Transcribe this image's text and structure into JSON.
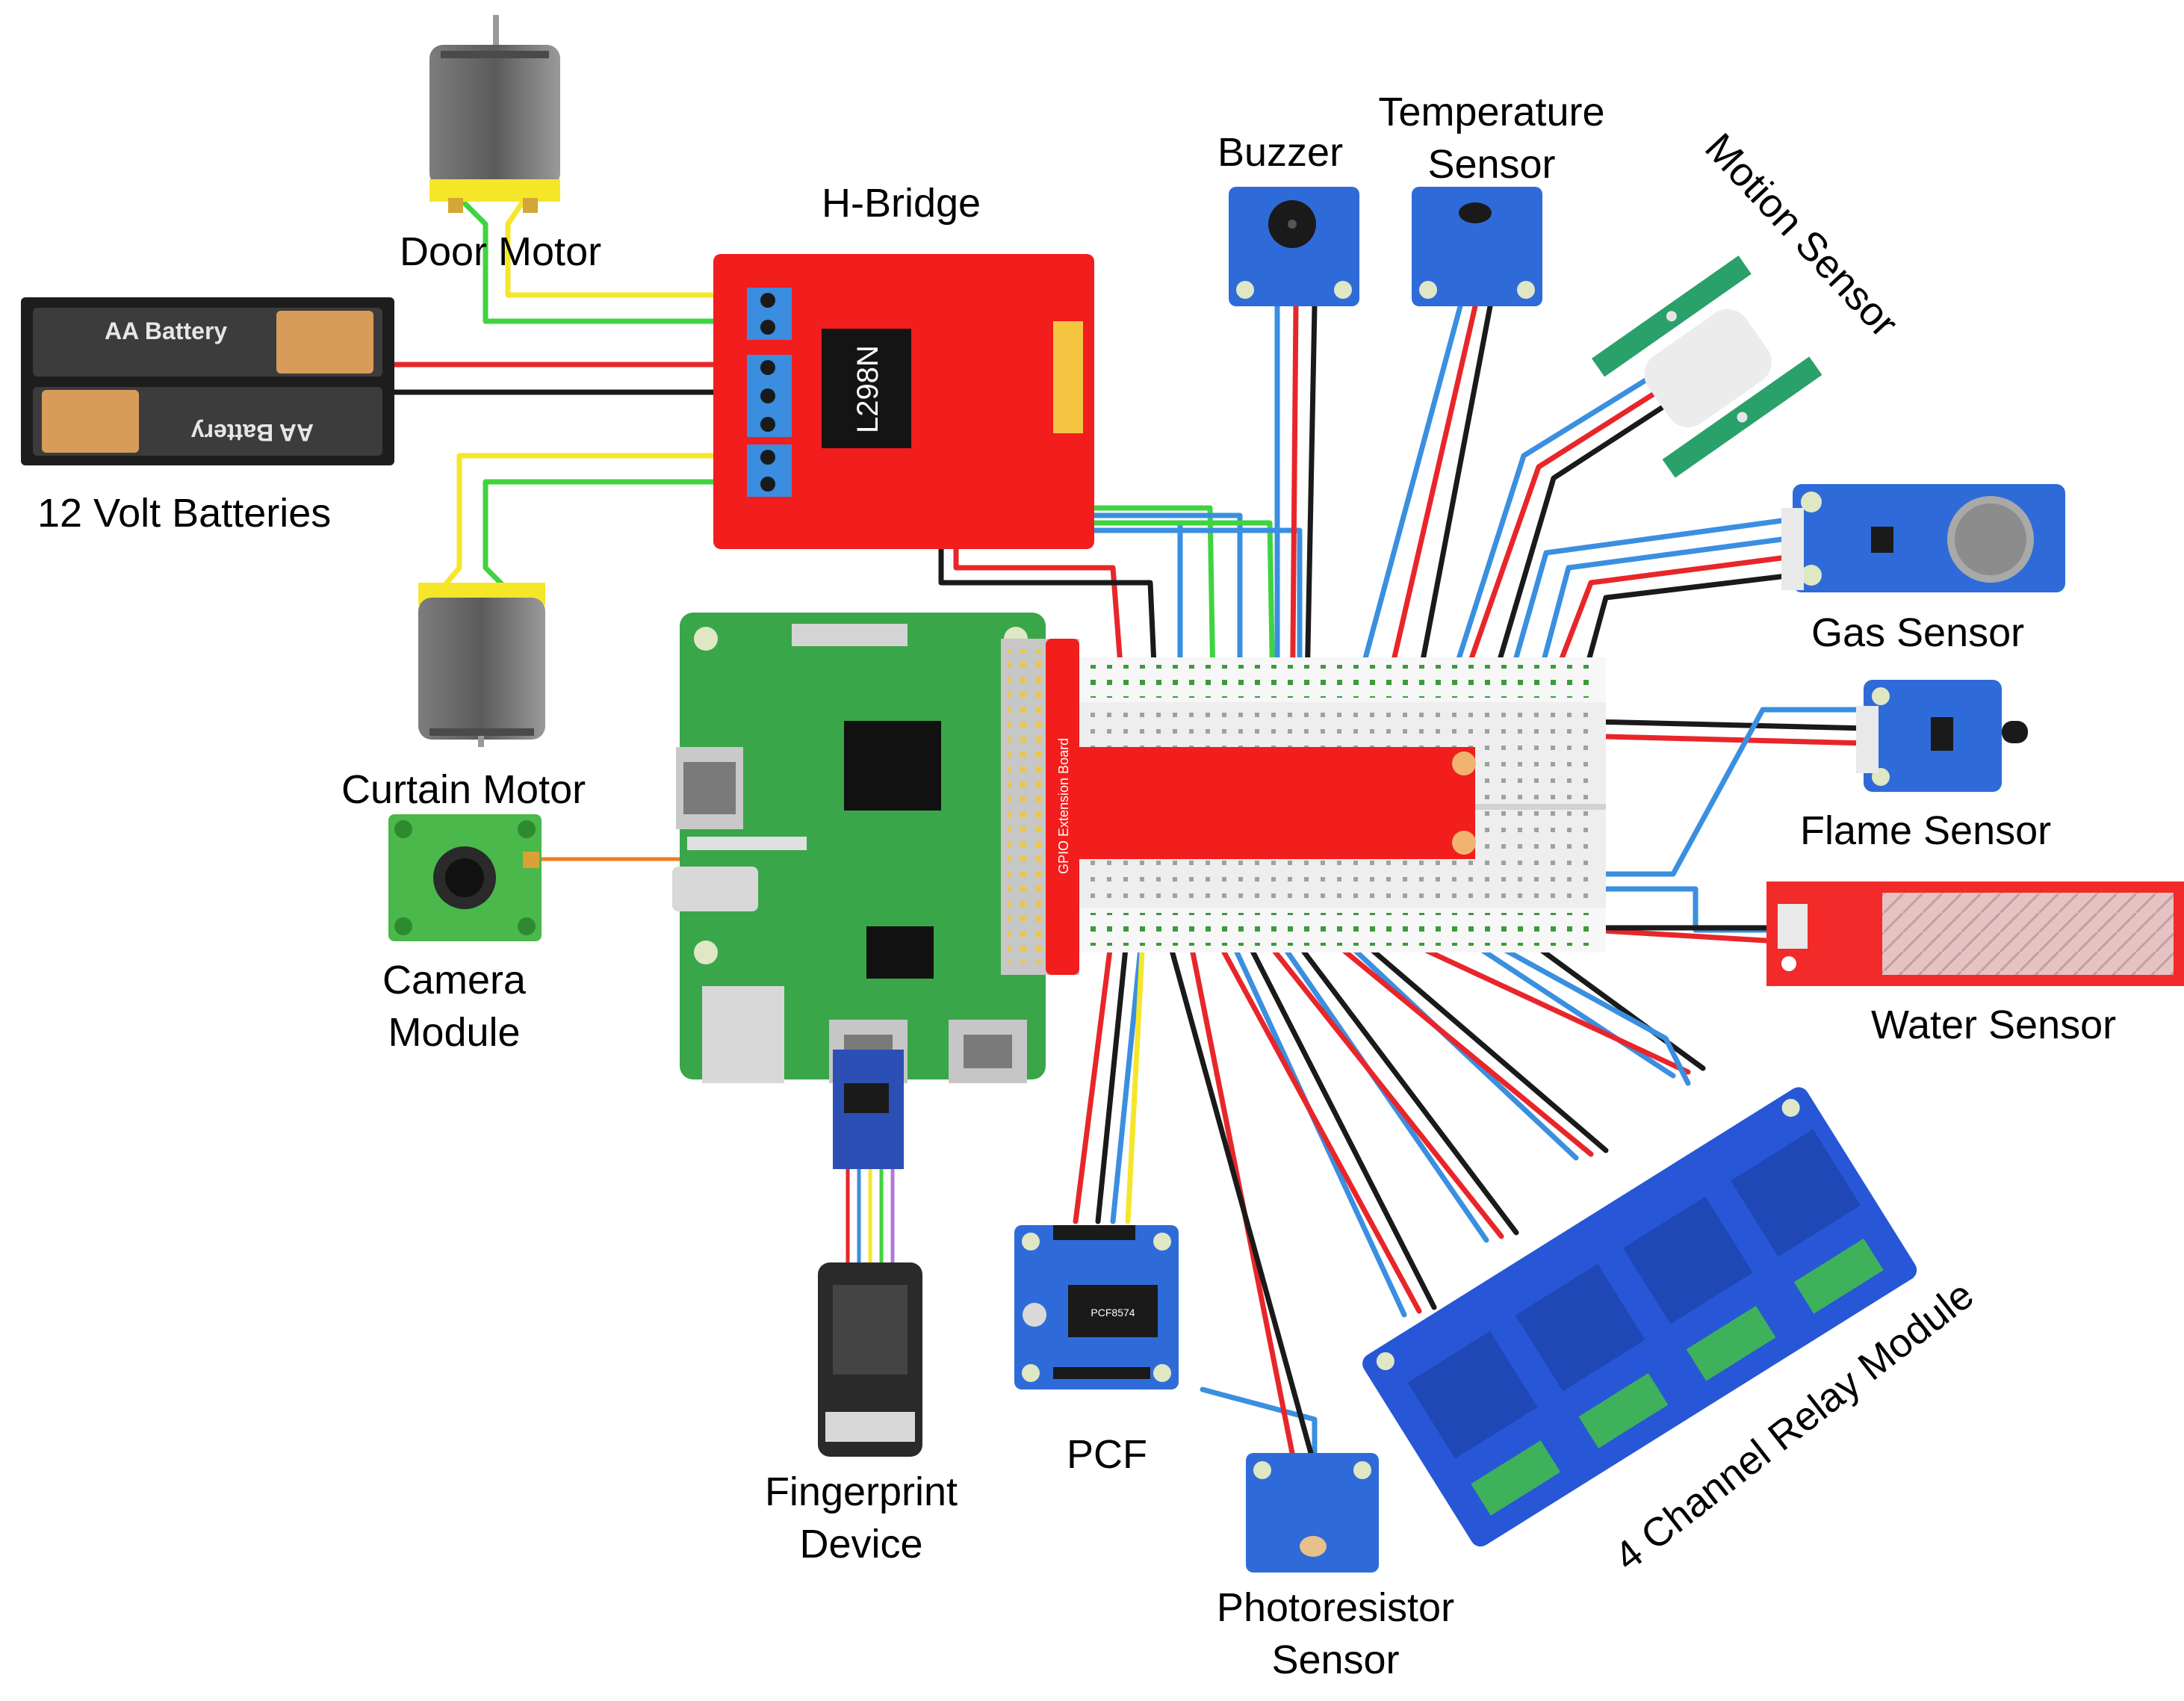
{
  "labels": {
    "door_motor": "Door Motor",
    "batteries": "12 Volt Batteries",
    "curtain_motor": "Curtain Motor",
    "camera_line1": "Camera",
    "camera_line2": "Module",
    "hbridge": "H-Bridge",
    "buzzer": "Buzzer",
    "temp_line1": "Temperature",
    "temp_line2": "Sensor",
    "motion": "Motion Sensor",
    "gas": "Gas Sensor",
    "flame": "Flame Sensor",
    "water": "Water Sensor",
    "relay": "4 Channel Relay Module",
    "pcf": "PCF",
    "finger_line1": "Fingerprint",
    "finger_line2": "Device",
    "photo_line1": "Photoresistor",
    "photo_line2": "Sensor"
  },
  "parts": {
    "battery_top": "AA Battery",
    "battery_bottom": "AA Battery",
    "hbridge_chip": "L298N",
    "gpio_board": "GPIO Extension Board",
    "pcf_chip": "PCF8574"
  },
  "colors": {
    "wire_red": "#e8262a",
    "wire_black": "#1a1a1a",
    "wire_blue": "#3a8fe0",
    "wire_green": "#3fd43f",
    "wire_yellow": "#f5e62a",
    "wire_orange": "#f07a20",
    "module_blue": "#2f6bd8",
    "board_red": "#f21d1d",
    "pi_green": "#3aa64a",
    "relay_blue": "#2757d6"
  }
}
